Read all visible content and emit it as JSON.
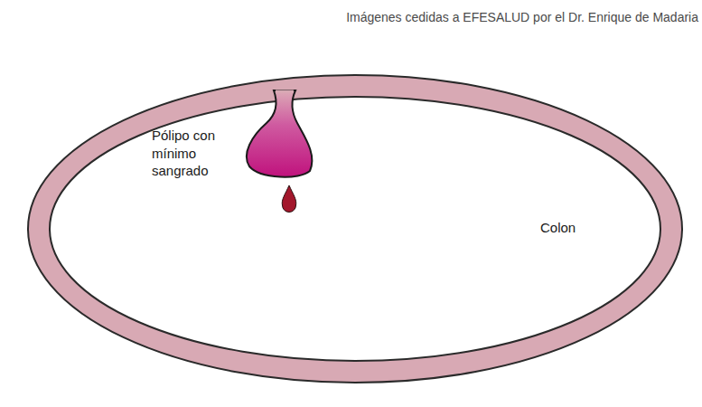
{
  "diagram": {
    "labels": [
      "Imágenes cedidas a EFESALUD por el Dr. Enrique de Madaria",
      "Pólipo con mínimo sangrado",
      "Colon"
    ]
  }
}
